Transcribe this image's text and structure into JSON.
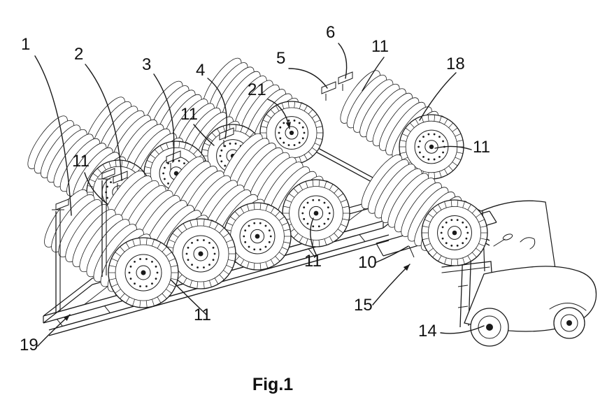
{
  "figure": {
    "caption": "Fig.1",
    "description": "patent-style line drawing of finned drum assemblies on a transport rack with forklift",
    "labels": [
      {
        "text": "1"
      },
      {
        "text": "2"
      },
      {
        "text": "3"
      },
      {
        "text": "4"
      },
      {
        "text": "5"
      },
      {
        "text": "6"
      },
      {
        "text": "11"
      },
      {
        "text": "18"
      },
      {
        "text": "21"
      },
      {
        "text": "11"
      },
      {
        "text": "11"
      },
      {
        "text": "11"
      },
      {
        "text": "11"
      },
      {
        "text": "10"
      },
      {
        "text": "15"
      },
      {
        "text": "14"
      },
      {
        "text": "19"
      },
      {
        "text": "11"
      }
    ],
    "colors": {
      "ink": "#1a1a1a",
      "background": "#ffffff"
    }
  }
}
